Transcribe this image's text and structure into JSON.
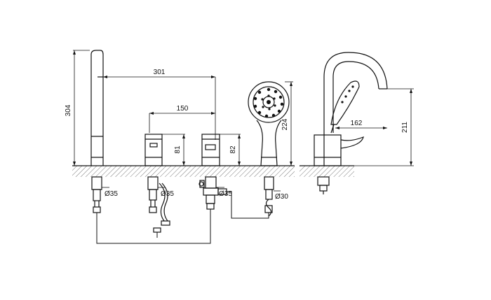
{
  "colors": {
    "line": "#111111",
    "hatch": "#7a7a7a",
    "background": "#ffffff"
  },
  "dimensions": {
    "spout_reach": "301",
    "handle_spacing": "150",
    "spout_height": "304",
    "handle_left_height": "81",
    "handle_right_height": "82",
    "shower_height": "224",
    "side_reach": "162",
    "side_height": "211"
  },
  "diameters": {
    "spout": "Ø35",
    "handle_left": "Ø35",
    "handle_right": "Ø35",
    "shower": "Ø30"
  }
}
